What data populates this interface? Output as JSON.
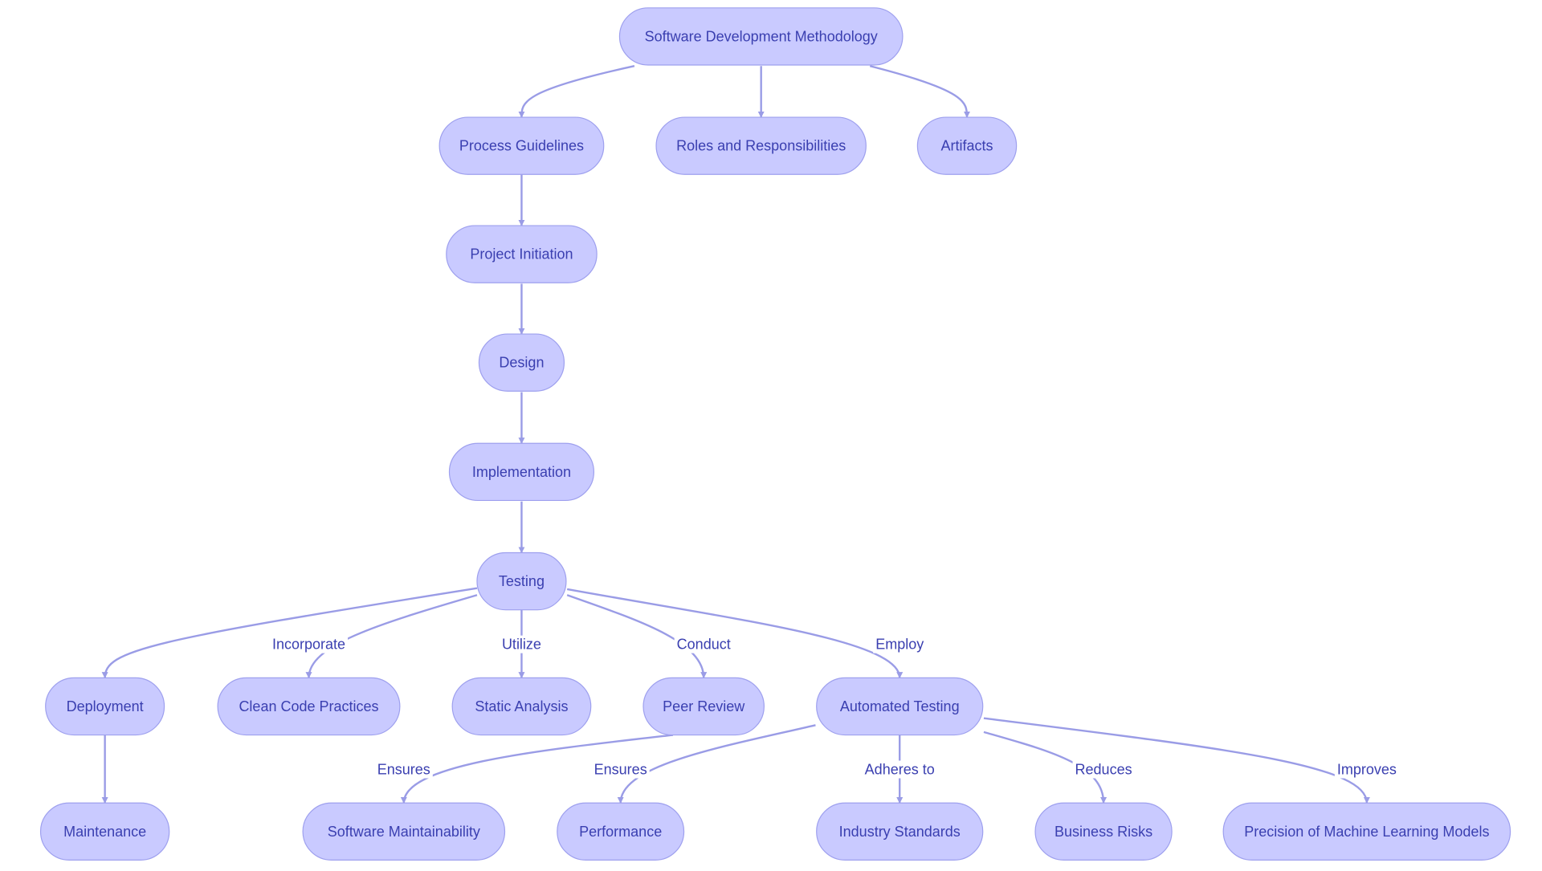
{
  "colors": {
    "node_fill": "#c9caff",
    "node_stroke": "#9ea0ee",
    "edge": "#9a9ce6",
    "text": "#3a3fb0",
    "background": "#ffffff"
  },
  "nodes": [
    {
      "id": "methodology",
      "label": "Software Development Methodology"
    },
    {
      "id": "process",
      "label": "Process Guidelines"
    },
    {
      "id": "roles",
      "label": "Roles and Responsibilities"
    },
    {
      "id": "artifacts",
      "label": "Artifacts"
    },
    {
      "id": "initiation",
      "label": "Project Initiation"
    },
    {
      "id": "design",
      "label": "Design"
    },
    {
      "id": "implementation",
      "label": "Implementation"
    },
    {
      "id": "testing",
      "label": "Testing"
    },
    {
      "id": "deployment",
      "label": "Deployment"
    },
    {
      "id": "cleancode",
      "label": "Clean Code Practices"
    },
    {
      "id": "static",
      "label": "Static Analysis"
    },
    {
      "id": "peer",
      "label": "Peer Review"
    },
    {
      "id": "automated",
      "label": "Automated Testing"
    },
    {
      "id": "maintenance",
      "label": "Maintenance"
    },
    {
      "id": "maintainability",
      "label": "Software Maintainability"
    },
    {
      "id": "performance",
      "label": "Performance"
    },
    {
      "id": "standards",
      "label": "Industry Standards"
    },
    {
      "id": "risks",
      "label": "Business Risks"
    },
    {
      "id": "precision",
      "label": "Precision of Machine Learning Models"
    }
  ],
  "edges": [
    {
      "id": "e1",
      "from": "methodology",
      "to": "process",
      "label": ""
    },
    {
      "id": "e2",
      "from": "methodology",
      "to": "roles",
      "label": ""
    },
    {
      "id": "e3",
      "from": "methodology",
      "to": "artifacts",
      "label": ""
    },
    {
      "id": "e4",
      "from": "process",
      "to": "initiation",
      "label": ""
    },
    {
      "id": "e5",
      "from": "initiation",
      "to": "design",
      "label": ""
    },
    {
      "id": "e6",
      "from": "design",
      "to": "implementation",
      "label": ""
    },
    {
      "id": "e7",
      "from": "implementation",
      "to": "testing",
      "label": ""
    },
    {
      "id": "e8",
      "from": "testing",
      "to": "deployment",
      "label": ""
    },
    {
      "id": "e9",
      "from": "testing",
      "to": "cleancode",
      "label": "Incorporate"
    },
    {
      "id": "e10",
      "from": "testing",
      "to": "static",
      "label": "Utilize"
    },
    {
      "id": "e11",
      "from": "testing",
      "to": "peer",
      "label": "Conduct"
    },
    {
      "id": "e12",
      "from": "testing",
      "to": "automated",
      "label": "Employ"
    },
    {
      "id": "e13",
      "from": "deployment",
      "to": "maintenance",
      "label": ""
    },
    {
      "id": "e14",
      "from": "automated",
      "to": "maintainability",
      "label": "Ensures"
    },
    {
      "id": "e15",
      "from": "automated",
      "to": "performance",
      "label": "Ensures"
    },
    {
      "id": "e16",
      "from": "automated",
      "to": "standards",
      "label": "Adheres to"
    },
    {
      "id": "e17",
      "from": "automated",
      "to": "risks",
      "label": "Reduces"
    },
    {
      "id": "e18",
      "from": "automated",
      "to": "precision",
      "label": "Improves"
    }
  ]
}
